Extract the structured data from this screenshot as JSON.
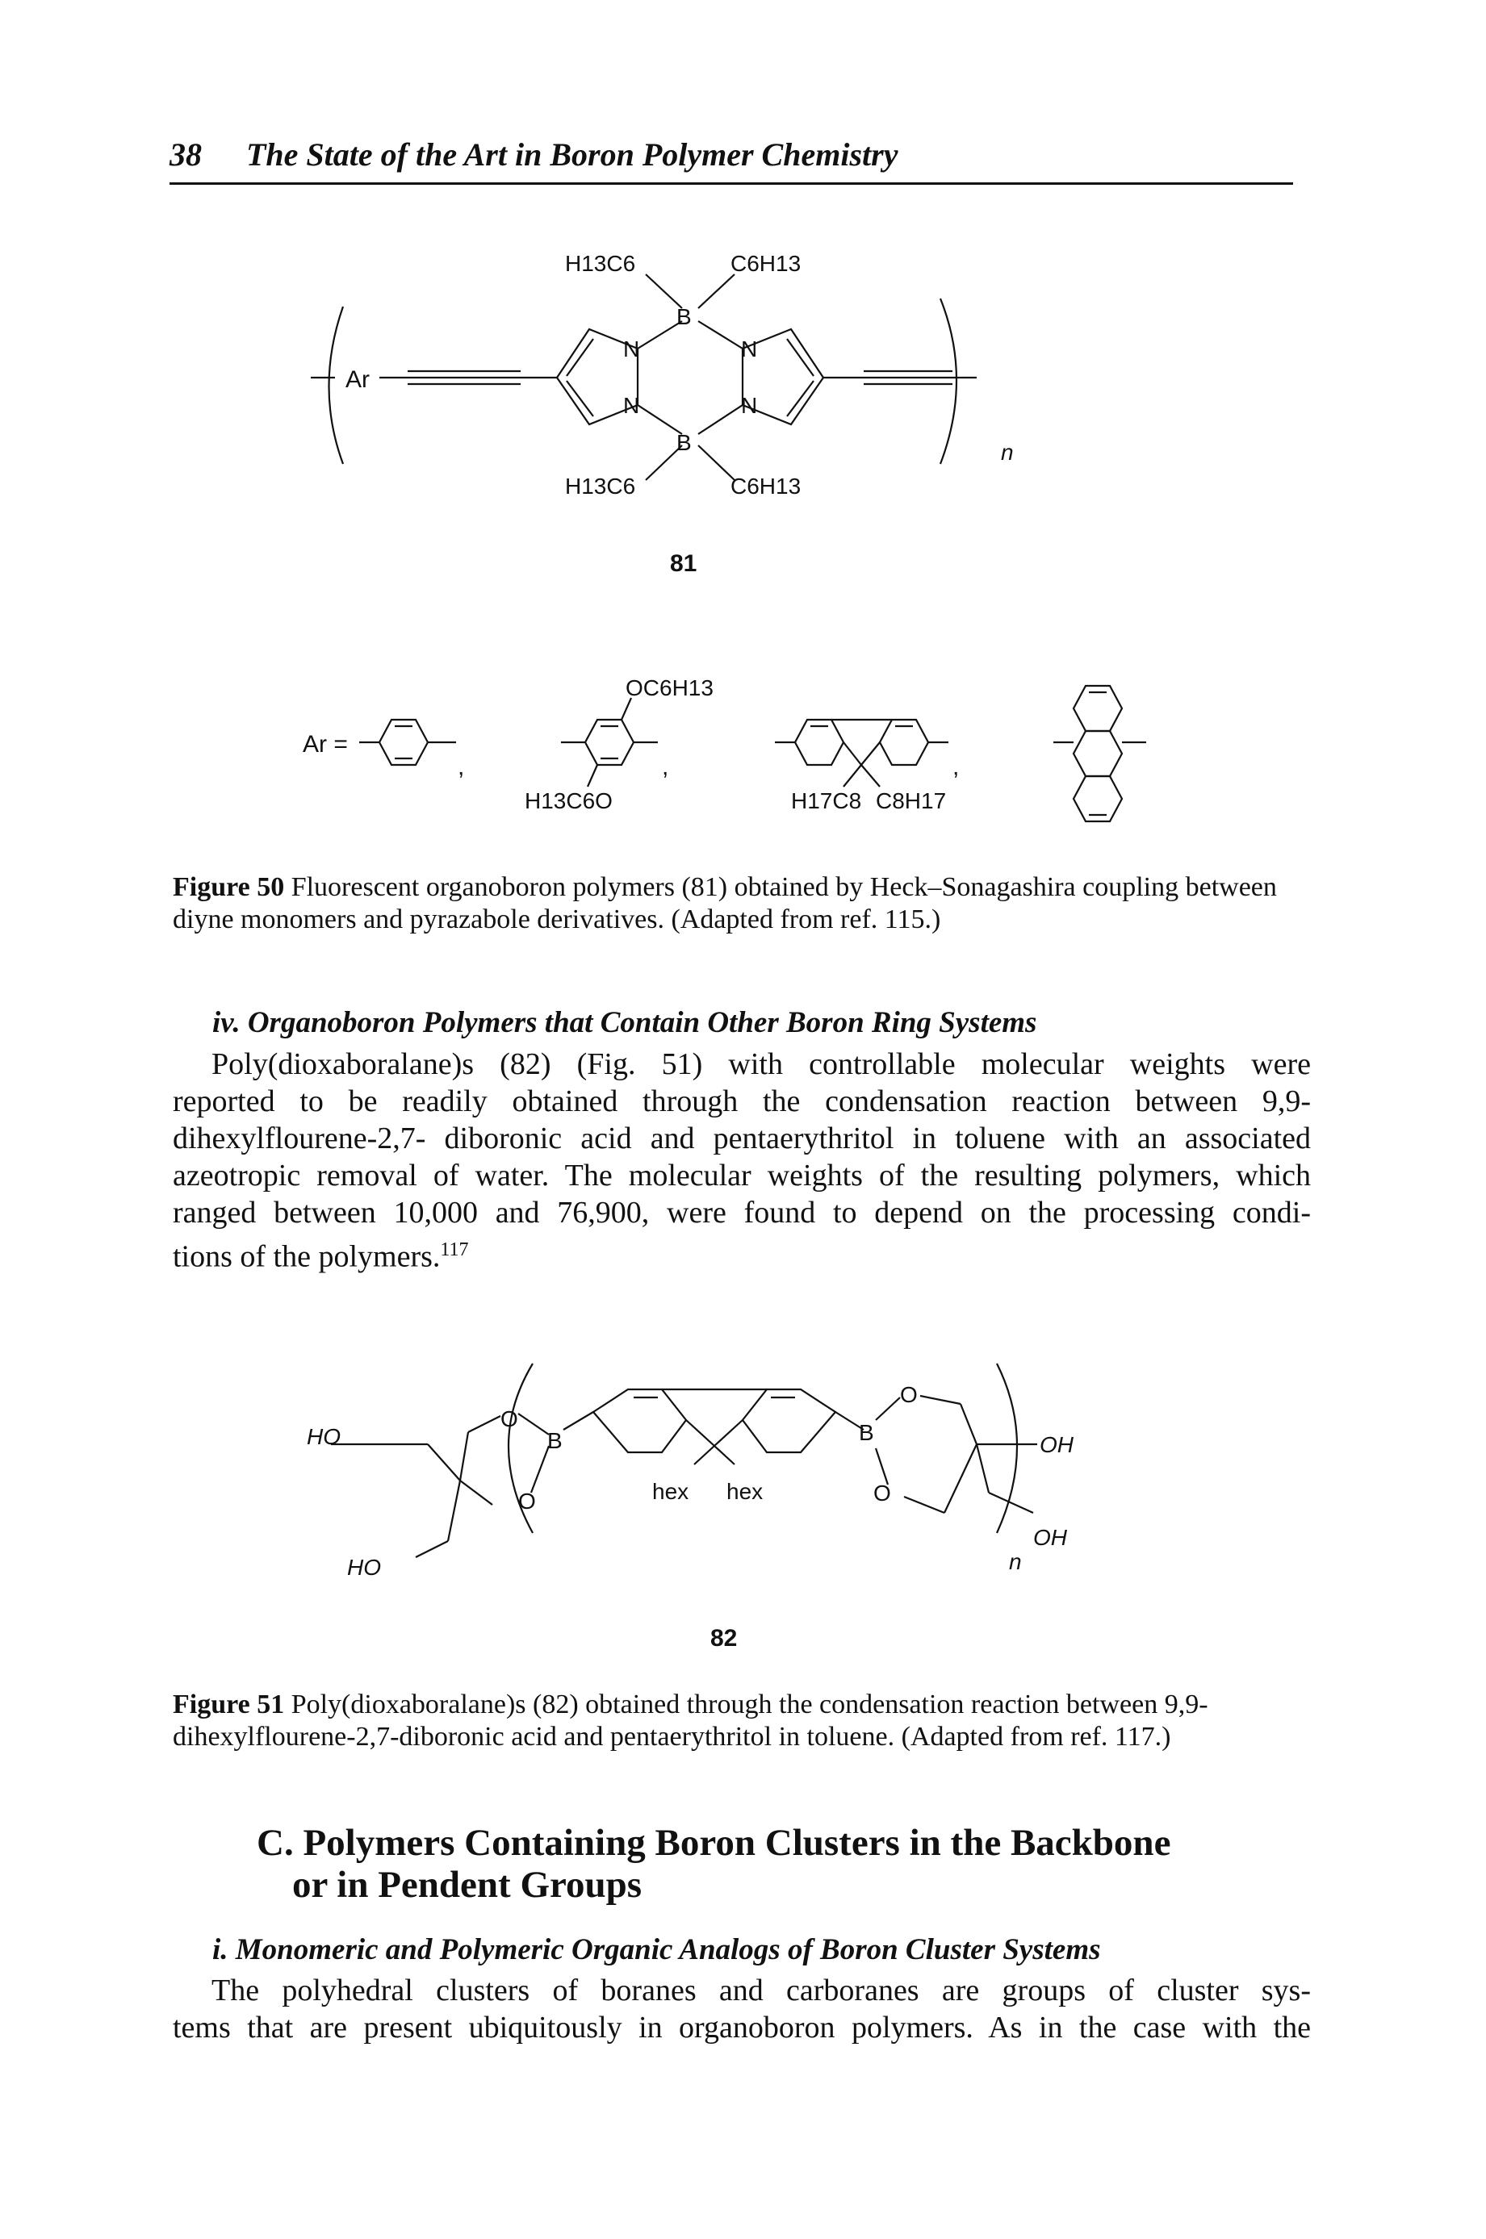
{
  "header": {
    "page_number": "38",
    "running_title": "The State of the Art in Boron Polymer Chemistry"
  },
  "figure50": {
    "structure": {
      "ar": "Ar",
      "sub_top_left": "H13C6",
      "sub_top_right": "C6H13",
      "sub_bottom_left": "H13C6",
      "sub_bottom_right": "C6H13",
      "boron": "B",
      "nitrogen": "N",
      "repeat": "n",
      "compound": "81"
    },
    "ar_options": {
      "prefix": "Ar =",
      "methoxy_top": "OC6H13",
      "methoxy_bottom": "H13C6O",
      "fluorene_left": "H17C8",
      "fluorene_right": "C8H17"
    },
    "label": "Figure 50",
    "caption": "Fluorescent organoboron polymers (81) obtained by Heck–Sonagashira coupling between diyne monomers and pyrazabole derivatives. (Adapted from ref. 115.)"
  },
  "subsection_iv": {
    "title": "iv. Organoboron Polymers that Contain Other Boron Ring Systems",
    "paragraph_lines": [
      "Poly(dioxaboralane)s (82) (Fig. 51) with controllable molecular weights were",
      "reported to be readily obtained through the condensation reaction between 9,9-",
      "dihexylflourene-2,7- diboronic acid and pentaerythritol in toluene with an associated",
      "azeotropic removal of water. The molecular weights of the resulting polymers, which",
      "ranged between 10,000 and 76,900, were found to depend on the processing condi-",
      "tions of the polymers."
    ],
    "ref_sup": "117"
  },
  "figure51": {
    "structure": {
      "ho_upper": "HO",
      "ho_lower": "HO",
      "oh_upper": "OH",
      "oh_lower": "OH",
      "oxygen": "O",
      "boron": "B",
      "hex_left": "hex",
      "hex_right": "hex",
      "repeat": "n",
      "compound": "82"
    },
    "label": "Figure 51",
    "caption": "Poly(dioxaboralane)s (82) obtained through the condensation reaction between 9,9-dihexylflourene-2,7-diboronic acid and pentaerythritol in toluene. (Adapted from ref. 117.)"
  },
  "section_c": {
    "line1": "C. Polymers Containing Boron Clusters in the Backbone",
    "line2": "or in Pendent Groups"
  },
  "subsection_i": {
    "title": "i. Monomeric and Polymeric Organic Analogs of Boron Cluster Systems",
    "paragraph_lines": [
      "The polyhedral clusters of boranes and carboranes are groups of cluster sys-",
      "tems that are present ubiquitously in organoboron polymers. As in the case with the"
    ]
  }
}
